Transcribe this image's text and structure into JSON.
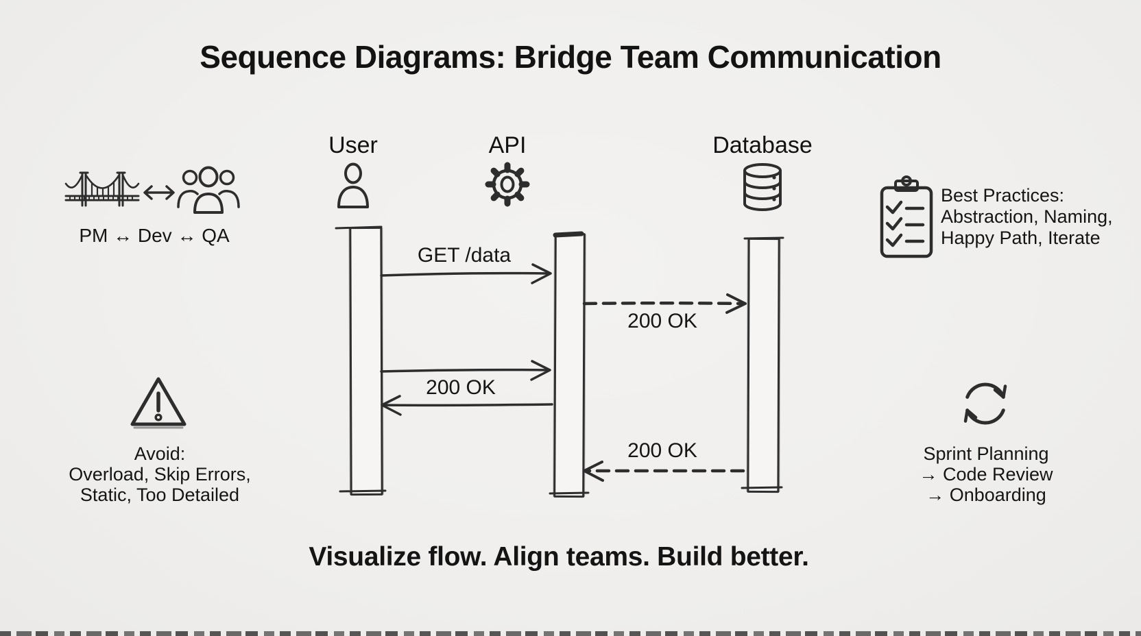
{
  "title": "Sequence Diagrams: Bridge Team Communication",
  "tagline": "Visualize flow. Align teams. Build better.",
  "colors": {
    "background": "#f0efed",
    "ink": "#2d2d2d",
    "text": "#151515"
  },
  "sequence": {
    "actors": [
      {
        "name": "User",
        "icon": "person-icon"
      },
      {
        "name": "API",
        "icon": "gear-icon"
      },
      {
        "name": "Database",
        "icon": "database-icon"
      }
    ],
    "messages": [
      {
        "label": "GET /data",
        "from": "User",
        "to": "API",
        "line": "solid"
      },
      {
        "label": "200 OK",
        "from": "API",
        "to": "Database",
        "line": "dashed"
      },
      {
        "from": "User",
        "to": "API",
        "line": "solid"
      },
      {
        "label": "200 OK",
        "from": "API",
        "to": "User",
        "line": "solid"
      },
      {
        "label": "200 OK",
        "from": "Database",
        "to": "API",
        "line": "dashed"
      }
    ]
  },
  "annotations": {
    "top_left": {
      "icons": [
        "bridge-icon",
        "left-right-arrow-icon",
        "team-icon"
      ],
      "caption": "PM ↔ Dev ↔ QA"
    },
    "bottom_left": {
      "icon": "warning-icon",
      "line1": "Avoid:",
      "line2": "Overload, Skip Errors,",
      "line3": "Static, Too Detailed"
    },
    "top_right": {
      "icon": "checklist-icon",
      "line1": "Best Practices:",
      "line2": "Abstraction, Naming,",
      "line3": "Happy Path, Iterate"
    },
    "bottom_right": {
      "icon": "cycle-icon",
      "line1": "Sprint Planning",
      "line2": "→ Code Review",
      "line3": "→ Onboarding"
    }
  }
}
